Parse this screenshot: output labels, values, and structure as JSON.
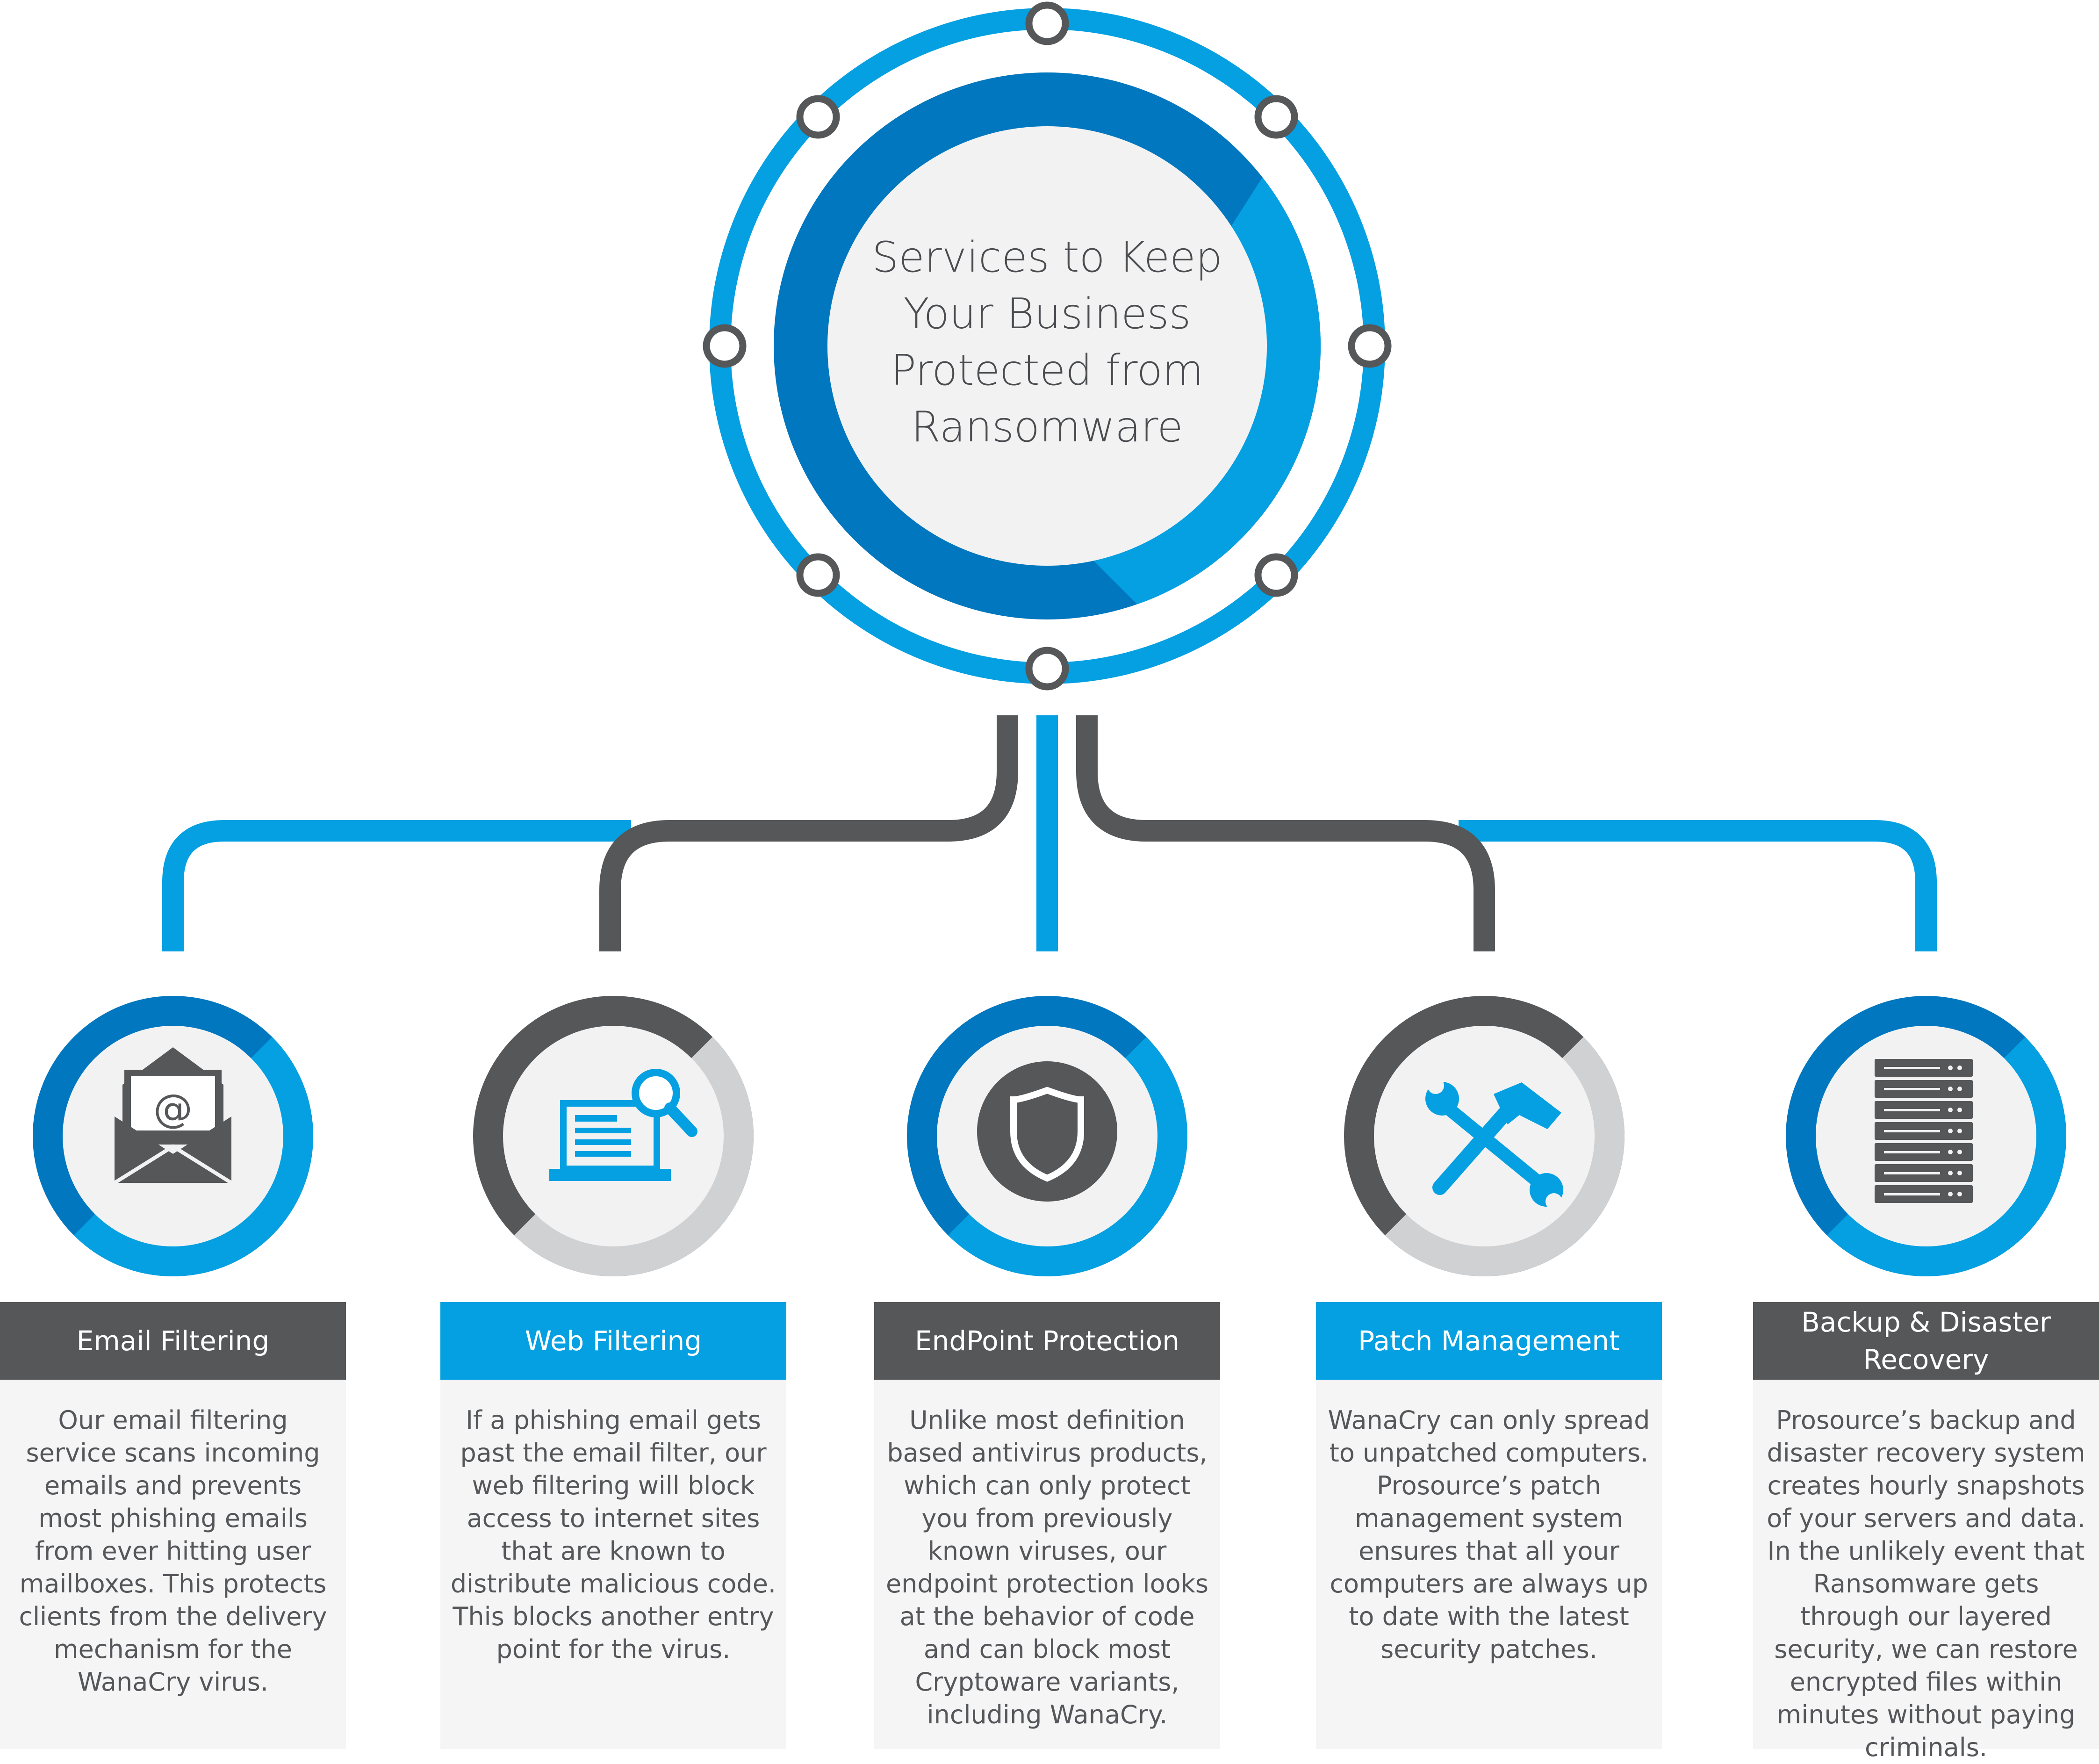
{
  "title": "Services to Keep Your Business Protected from Ransomware",
  "colors": {
    "blue_light": "#04a0e2",
    "blue_dark": "#0077be",
    "gray_dark": "#555759",
    "gray_light": "#d0d1d3",
    "card_bg": "#f5f5f5",
    "text": "#55575a"
  },
  "services": [
    {
      "title": "Email Filtering",
      "icon": "envelope-at-icon",
      "header_color": "dark",
      "description": "Our email filtering service scans incoming emails and prevents most phishing emails from ever hitting user mailboxes. This protects clients from the delivery mechanism for the WanaCry virus."
    },
    {
      "title": "Web Filtering",
      "icon": "laptop-search-icon",
      "header_color": "blue",
      "description": "If a phishing email gets past the email filter, our web filtering will block access to internet sites that are known to distribute malicious code. This blocks another entry point for the virus."
    },
    {
      "title": "EndPoint Protection",
      "icon": "shield-icon",
      "header_color": "dark",
      "description": "Unlike most definition based antivirus products, which can only protect you from previously known viruses, our endpoint protection looks at the behavior of code and can block most Cryptoware variants, including WanaCry."
    },
    {
      "title": "Patch Management",
      "icon": "wrench-hammer-icon",
      "header_color": "blue",
      "description": "WanaCry can only spread to unpatched computers. Prosource’s patch management system ensures that all your computers are always up to date with the latest security patches."
    },
    {
      "title": "Backup & Disaster Recovery",
      "icon": "server-rack-icon",
      "header_color": "dark",
      "description": "Prosource’s backup and disaster recovery system creates hourly snapshots of your servers and data. In the unlikely event that Ransomware gets through our layered security, we can restore encrypted files within minutes without paying criminals."
    }
  ]
}
